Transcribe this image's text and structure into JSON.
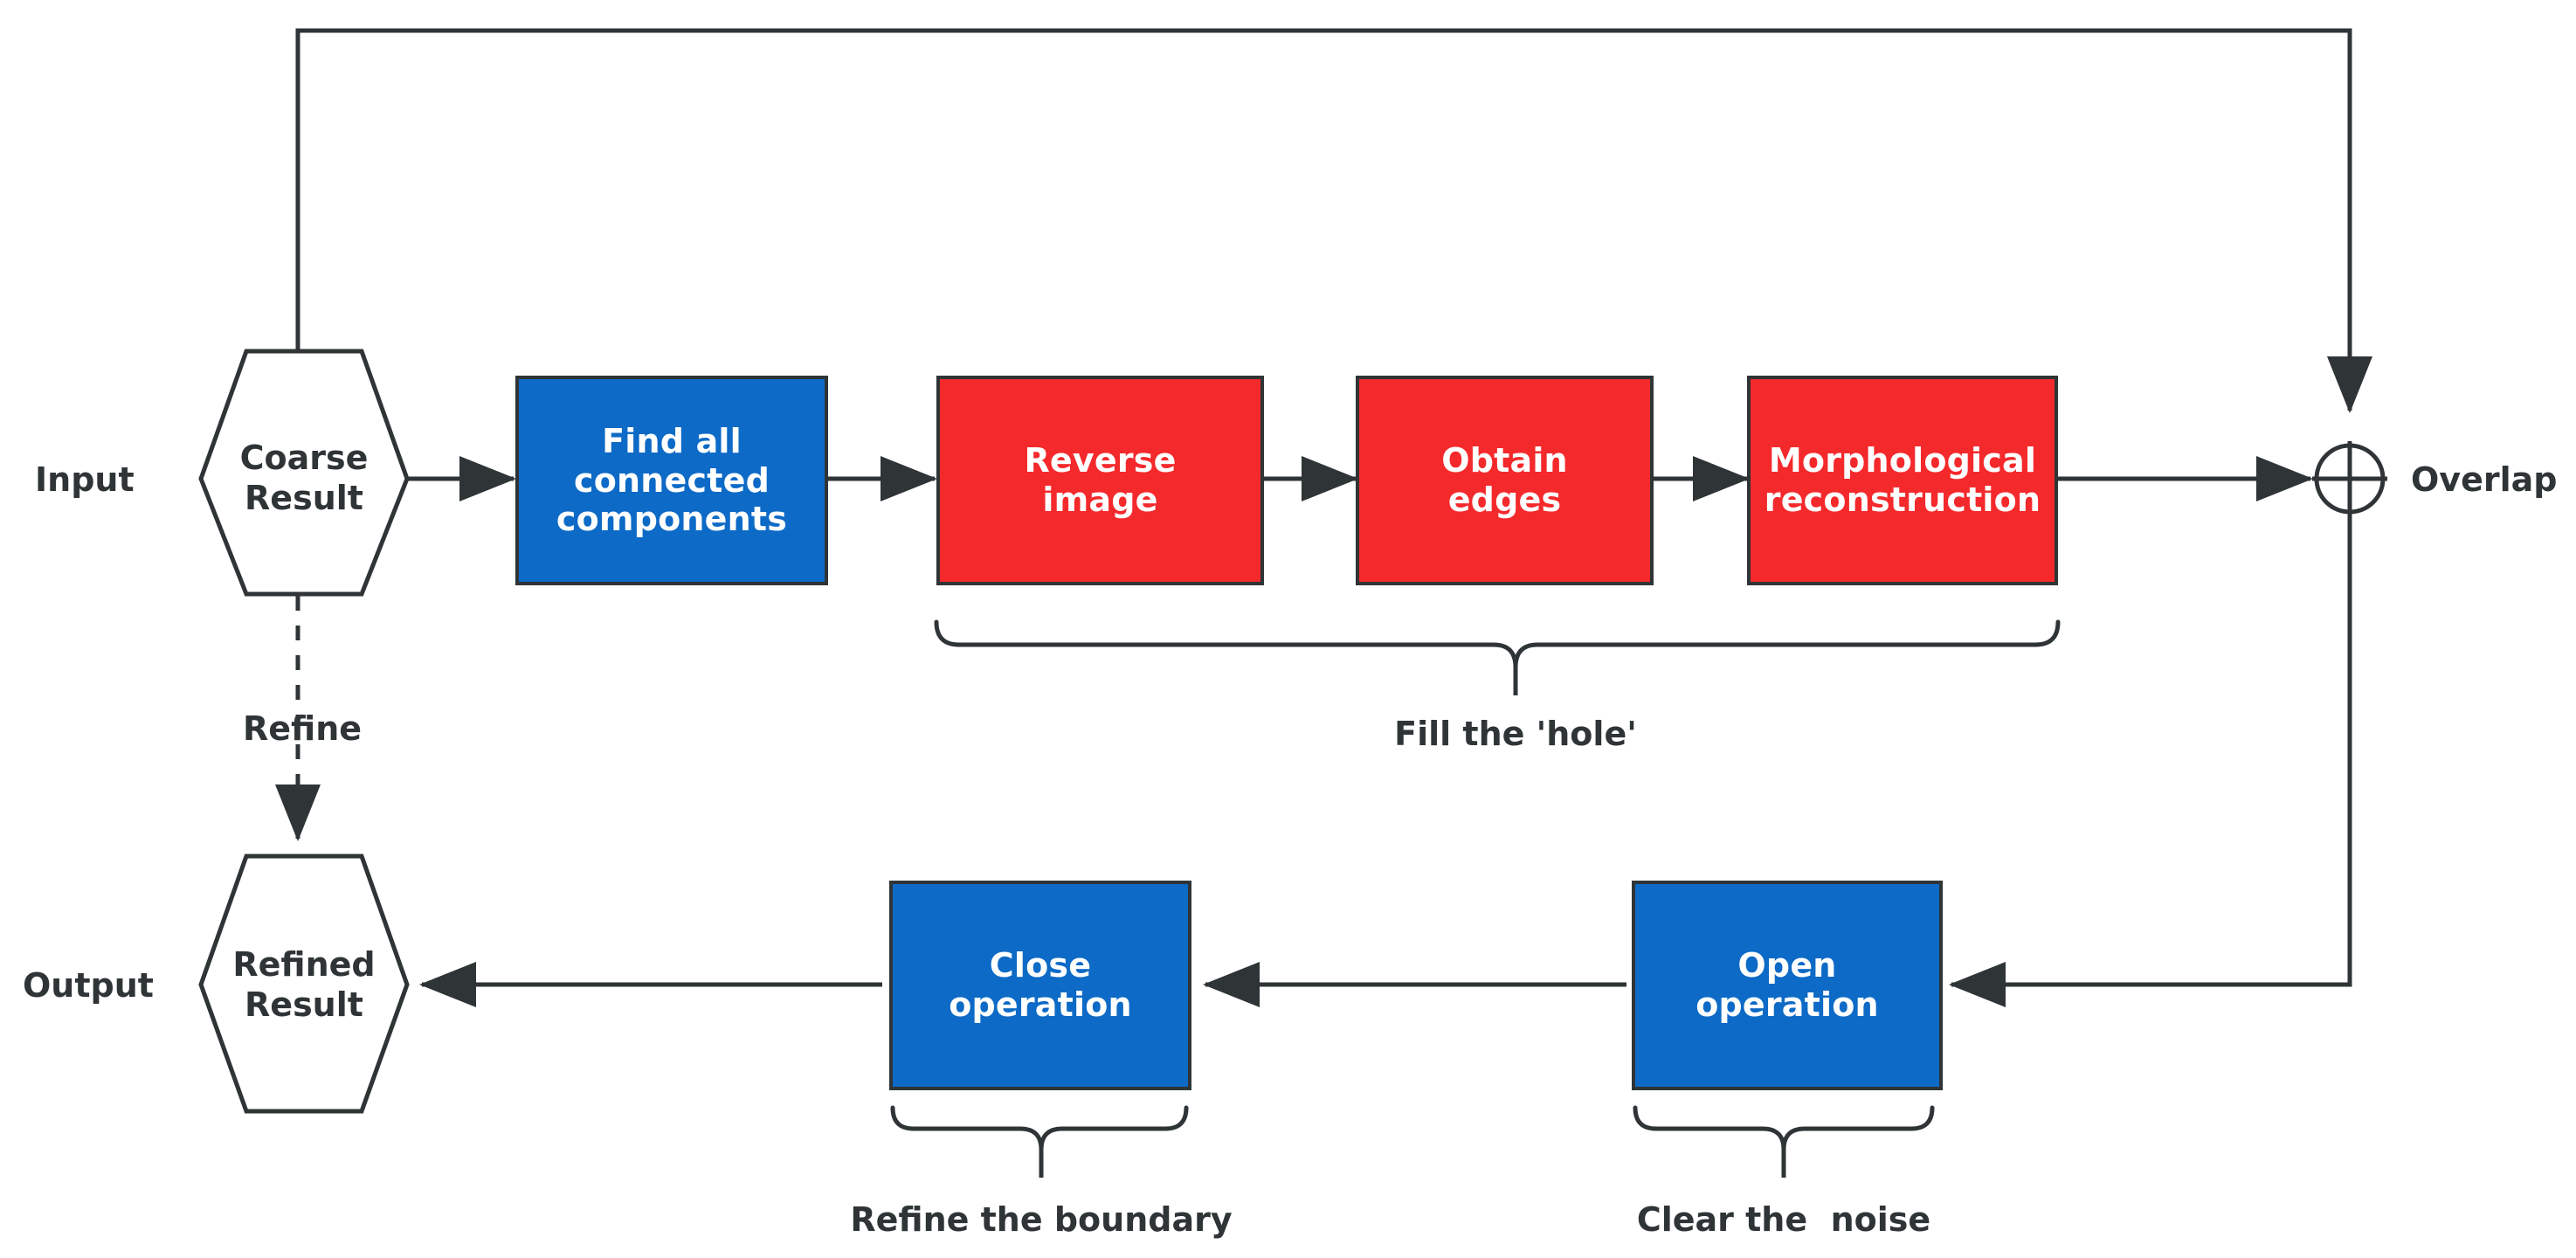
{
  "diagram": {
    "title_absent": true,
    "colors": {
      "blue": "#0d6ac6",
      "red": "#f4292c",
      "stroke": "#2f3436",
      "text_dark": "#2f3436",
      "text_light": "#ffffff",
      "background": "#ffffff"
    },
    "edge_labels": {
      "input": "Input",
      "output": "Output",
      "refine": "Refine",
      "overlap": "Overlap"
    },
    "terminals": [
      {
        "id": "coarse-result",
        "label": "Coarse\nResult",
        "shape": "hexagon"
      },
      {
        "id": "refined-result",
        "label": "Refined\nResult",
        "shape": "hexagon"
      }
    ],
    "process_nodes": [
      {
        "id": "find-connected-components",
        "label": "Find all\nconnected\ncomponents",
        "color": "blue"
      },
      {
        "id": "reverse-image",
        "label": "Reverse\nimage",
        "color": "red"
      },
      {
        "id": "obtain-edges",
        "label": "Obtain\nedges",
        "color": "red"
      },
      {
        "id": "morphological-reconstruction",
        "label": "Morphological\nreconstruction",
        "color": "red"
      },
      {
        "id": "close-operation",
        "label": "Close\noperation",
        "color": "blue"
      },
      {
        "id": "open-operation",
        "label": "Open\noperation",
        "color": "blue"
      }
    ],
    "operator": {
      "id": "overlap-operator",
      "symbol": "circle-plus",
      "label": "Overlap"
    },
    "braces": [
      {
        "id": "fill-the-hole",
        "label": "Fill the 'hole'",
        "spans": [
          "reverse-image",
          "obtain-edges",
          "morphological-reconstruction"
        ]
      },
      {
        "id": "refine-the-boundary",
        "label": "Refine the boundary",
        "spans": [
          "close-operation"
        ]
      },
      {
        "id": "clear-the-noise",
        "label": "Clear the  noise",
        "spans": [
          "open-operation"
        ]
      }
    ]
  }
}
